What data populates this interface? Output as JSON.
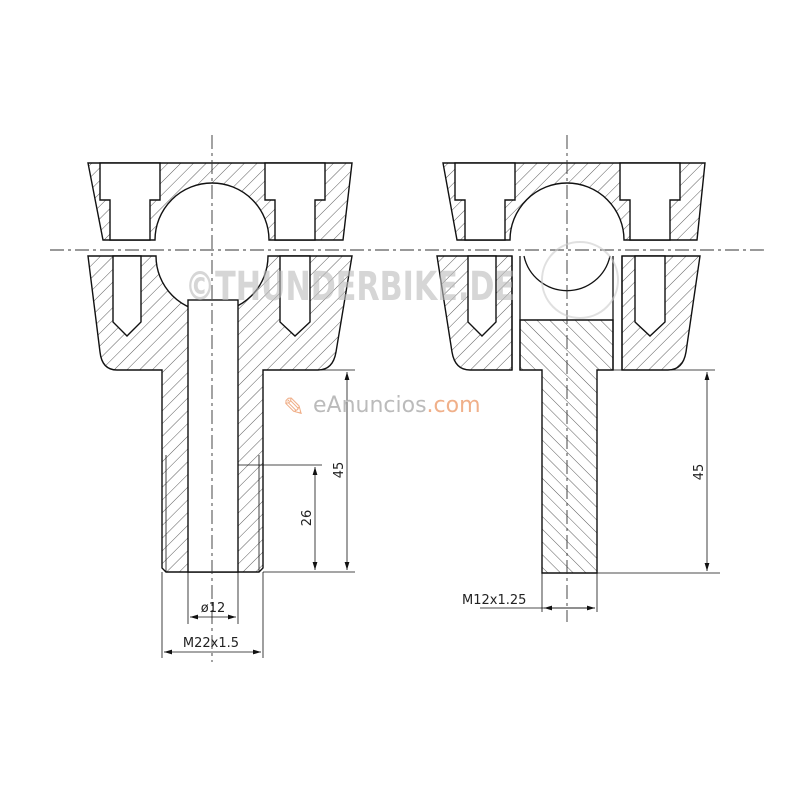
{
  "left_view": {
    "dim_height": "45",
    "dim_thread_depth": "26",
    "dim_bore": "ø12",
    "dim_thread": "M22x1.5"
  },
  "right_view": {
    "dim_height": "45",
    "dim_thread": "M12x1.25"
  },
  "watermarks": {
    "thunderbike": "©THUNDERBIKE.DE",
    "eanuncios_prefix": "eAnuncios",
    "eanuncios_suffix": ".com"
  }
}
